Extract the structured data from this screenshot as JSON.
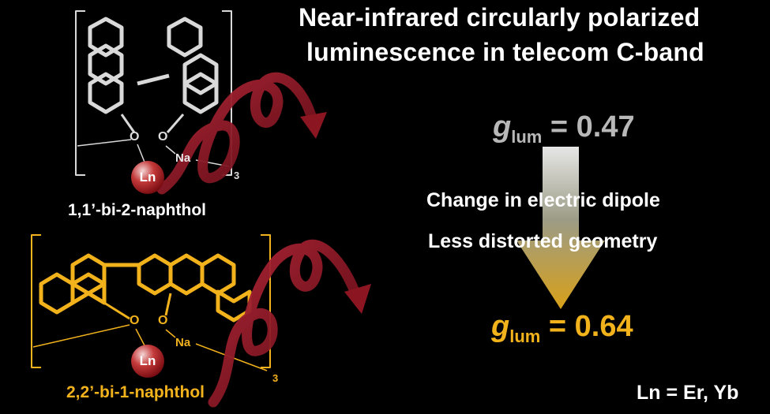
{
  "title": {
    "line1": "Near-infrared circularly polarized",
    "line2": "luminescence in telecom C-band"
  },
  "glum_top": {
    "symbol": "g",
    "subscript": "lum",
    "value_text": " = 0.47"
  },
  "glum_bottom": {
    "symbol": "g",
    "subscript": "lum",
    "value_text": " = 0.64"
  },
  "change_lines": [
    "Change in electric dipole",
    "Less distorted geometry"
  ],
  "compound1": {
    "name": "1,1’-bi-2-naphthol",
    "metal": "Ln",
    "o_a": "O",
    "o_b": "O",
    "na": "Na",
    "stoich": "3",
    "color": "#d9d9d9"
  },
  "compound2": {
    "name": "2,2’-bi-1-naphthol",
    "metal": "Ln",
    "o_a": "O",
    "o_b": "O",
    "na": "Na",
    "stoich": "3",
    "color": "#f2b21c"
  },
  "ln_definition": "Ln = Er, Yb",
  "colors": {
    "background": "#000000",
    "accent_gold": "#f2b21c",
    "helix_red": "#8b1622",
    "text_white": "#ffffff"
  }
}
